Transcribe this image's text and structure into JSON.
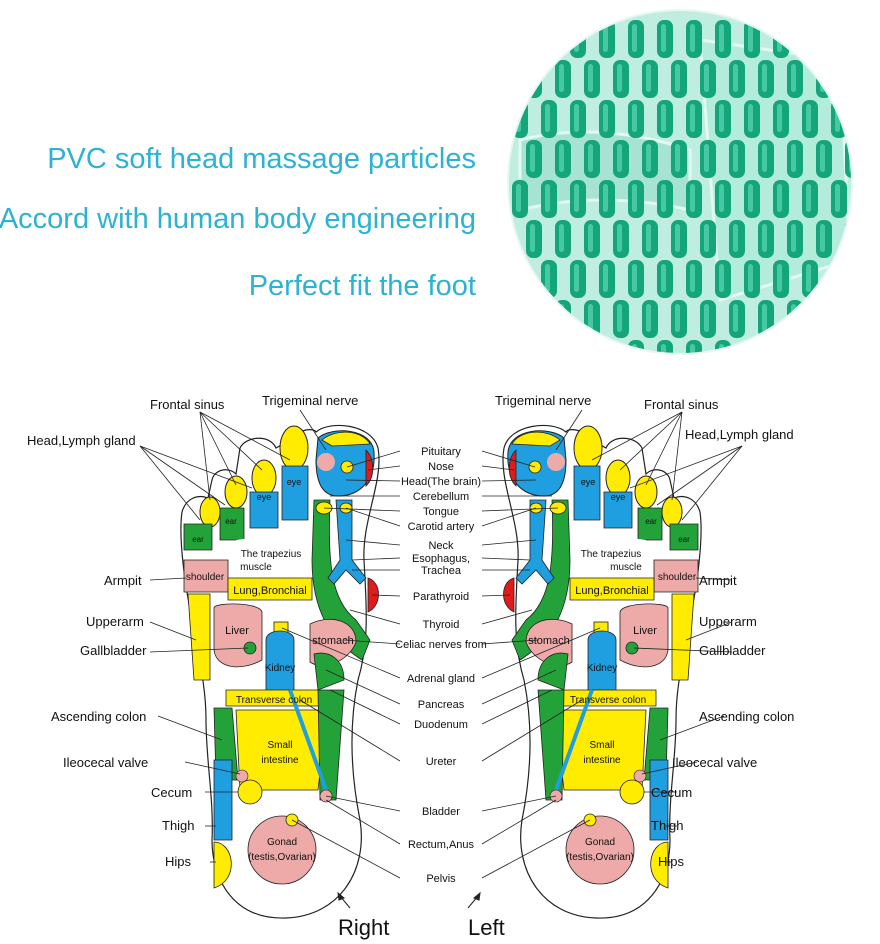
{
  "headlines": [
    "PVC soft head massage particles",
    "Accord with human body engineering",
    "Perfect fit the foot"
  ],
  "colors": {
    "headline": "#2cb3d3",
    "yellow": "#ffec00",
    "blue": "#1f9ee0",
    "green": "#23a23a",
    "pink": "#eeaaa8",
    "red": "#e01b1b",
    "teal": "#1cb487"
  },
  "center_labels": [
    "Pituitary",
    "Nose",
    "Head(The brain)",
    "Cerebellum",
    "Tongue",
    "Carotid artery",
    "Neck",
    "Esophagus,",
    "Trachea",
    "Parathyroid",
    "Thyroid",
    "Celiac nerves from",
    "Adrenal gland",
    "Pancreas",
    "Duodenum",
    "Ureter",
    "Bladder",
    "Rectum,Anus",
    "Pelvis"
  ],
  "side_labels": {
    "frontal_sinus": "Frontal sinus",
    "trigeminal": "Trigeminal nerve",
    "head_lymph": "Head,Lymph gland",
    "armpit": "Armpit",
    "upperarm": "Upperarm",
    "gallbladder": "Gallbladder",
    "ascending_colon": "Ascending colon",
    "ileocecal": "Ileocecal valve",
    "cecum": "Cecum",
    "thigh": "Thigh",
    "hips": "Hips"
  },
  "foot_labels": {
    "eye": "eye",
    "ear": "ear",
    "trapezius_1": "The trapezius",
    "trapezius_2": "muscle",
    "shoulder": "shoulder",
    "lung": "Lung,Bronchial",
    "liver": "Liver",
    "stomach": "stomach",
    "kidney": "Kidney",
    "transverse": "Transverse colon",
    "small_1": "Small",
    "small_2": "intestine",
    "gonad_1": "Gonad",
    "gonad_2": "(testis,Ovarian)"
  },
  "foot_names": {
    "right": "Right",
    "left": "Left"
  }
}
